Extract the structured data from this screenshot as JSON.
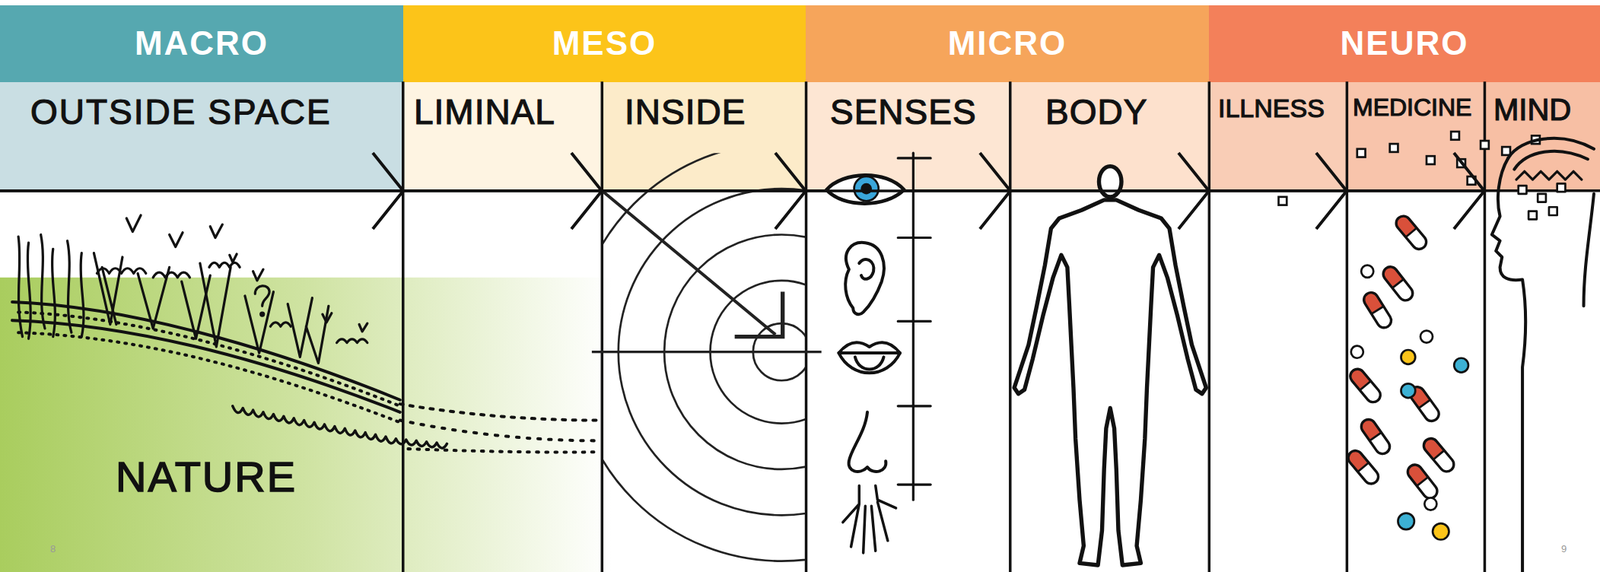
{
  "diagram": {
    "nodes": [
      {
        "text": [
          "MACRO"
        ]
      },
      {
        "text": [
          "MESO"
        ]
      },
      {
        "text": [
          "MICRO"
        ]
      },
      {
        "text": [
          "NEURO"
        ]
      },
      {
        "text": [
          "OUTSIDE SPACE"
        ]
      },
      {
        "text": [
          "LIMINAL"
        ]
      },
      {
        "text": [
          "INSIDE"
        ]
      },
      {
        "text": [
          "SENSES"
        ]
      },
      {
        "text": [
          "BODY"
        ]
      },
      {
        "text": [
          "ILLNESS"
        ]
      },
      {
        "text": [
          "MEDICINE"
        ]
      },
      {
        "text": [
          "MIND"
        ]
      }
    ],
    "edges": [
      {
        "from": 4,
        "to": 5,
        "arrow": "to"
      },
      {
        "from": 5,
        "to": 6,
        "arrow": "to"
      },
      {
        "from": 6,
        "to": 7,
        "arrow": "to"
      },
      {
        "from": 7,
        "to": 8,
        "arrow": "to"
      },
      {
        "from": 8,
        "to": 9,
        "arrow": "to"
      },
      {
        "from": 9,
        "to": 10,
        "arrow": "to"
      },
      {
        "from": 10,
        "to": 11,
        "arrow": "to"
      }
    ],
    "labels": [
      "NATURE",
      "8",
      "9"
    ]
  }
}
